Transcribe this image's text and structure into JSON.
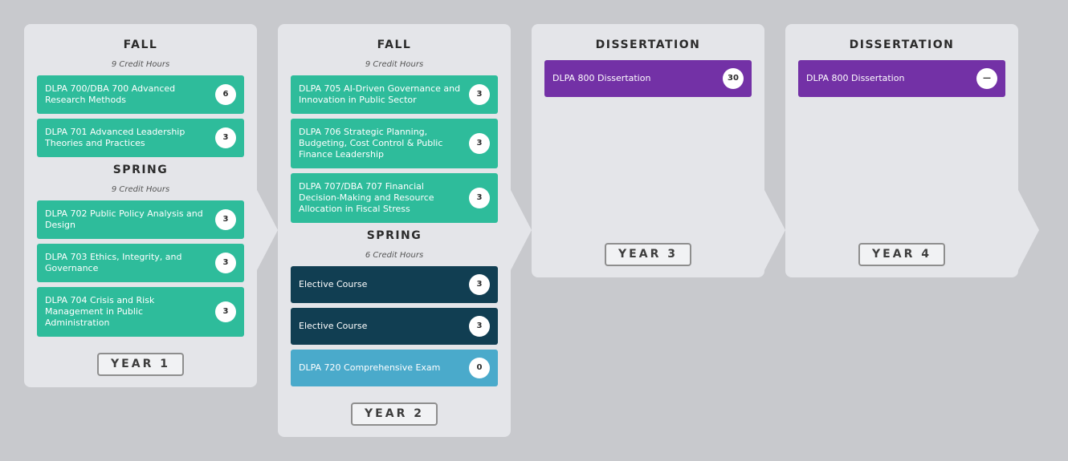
{
  "years": [
    {
      "label": "YEAR 1",
      "terms": [
        {
          "title": "FALL",
          "hours": "9 Credit Hours",
          "courses": [
            {
              "name": "DLPA 700/DBA 700 Advanced Research Methods",
              "credits": "6",
              "color": "#2ebc9b"
            },
            {
              "name": "DLPA 701 Advanced Leadership Theories and Practices",
              "credits": "3",
              "color": "#2ebc9b"
            }
          ]
        },
        {
          "title": "SPRING",
          "hours": "9 Credit Hours",
          "courses": [
            {
              "name": "DLPA 702 Public Policy Analysis and Design",
              "credits": "3",
              "color": "#2ebc9b"
            },
            {
              "name": "DLPA 703 Ethics, Integrity, and Governance",
              "credits": "3",
              "color": "#2ebc9b"
            },
            {
              "name": "DLPA 704 Crisis and Risk Management in Public Administration",
              "credits": "3",
              "color": "#2ebc9b"
            }
          ]
        }
      ]
    },
    {
      "label": "YEAR 2",
      "terms": [
        {
          "title": "FALL",
          "hours": "9 Credit Hours",
          "courses": [
            {
              "name": "DLPA 705 AI-Driven Governance and Innovation in Public Sector",
              "credits": "3",
              "color": "#2ebc9b"
            },
            {
              "name": "DLPA 706 Strategic Planning, Budgeting, Cost Control & Public Finance Leadership",
              "credits": "3",
              "color": "#2ebc9b"
            },
            {
              "name": "DLPA 707/DBA 707 Financial Decision-Making and Resource Allocation in Fiscal Stress",
              "credits": "3",
              "color": "#2ebc9b"
            }
          ]
        },
        {
          "title": "SPRING",
          "hours": "6 Credit Hours",
          "courses": [
            {
              "name": "Elective Course",
              "credits": "3",
              "color": "#113e52"
            },
            {
              "name": "Elective Course",
              "credits": "3",
              "color": "#113e52"
            },
            {
              "name": "DLPA 720 Comprehensive Exam",
              "credits": "0",
              "color": "#4aaacb"
            }
          ]
        }
      ]
    },
    {
      "label": "YEAR 3",
      "terms": [
        {
          "title": "DISSERTATION",
          "courses": [
            {
              "name": "DLPA 800 Dissertation",
              "credits": "30",
              "color": "#7331a6"
            }
          ]
        }
      ]
    },
    {
      "label": "YEAR 4",
      "terms": [
        {
          "title": "DISSERTATION",
          "courses": [
            {
              "name": "DLPA 800 Dissertation",
              "credits": "—",
              "color": "#7331a6"
            }
          ]
        }
      ]
    }
  ]
}
